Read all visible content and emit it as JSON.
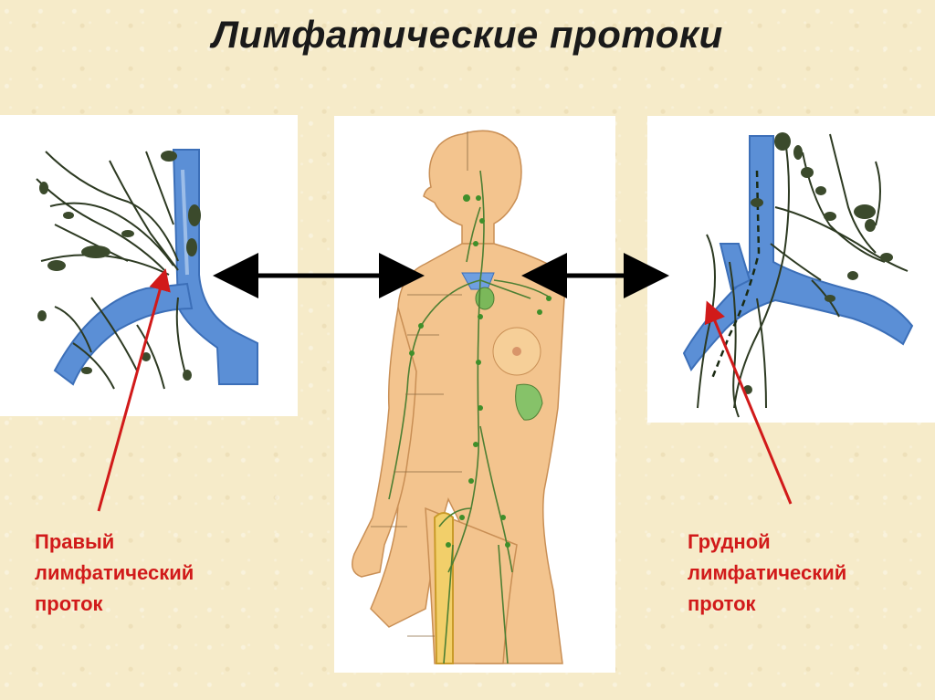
{
  "slide": {
    "title": "Лимфатические протоки"
  },
  "captions": {
    "right_duct": [
      "Правый",
      "лимфатический",
      "проток"
    ],
    "thoracic_duct": [
      "Грудной",
      "лимфатический",
      "проток"
    ]
  },
  "colors": {
    "background": "#f6ebc9",
    "caption_text": "#d11a1a",
    "vein": "#5b8fd6",
    "lymph_vessel": "#2d3a22",
    "lymph_node": "#5a9c3a",
    "skin": "#f3c48e"
  },
  "illustrations": {
    "left": "right-lymphatic-duct-detail",
    "center": "human-lymphatic-system",
    "right": "thoracic-duct-detail"
  }
}
